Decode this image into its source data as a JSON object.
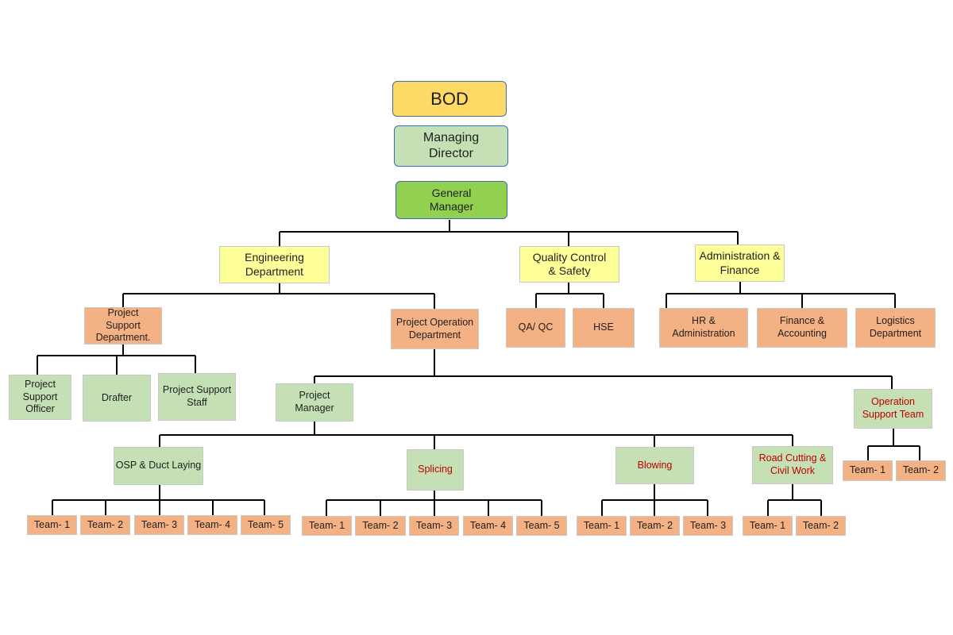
{
  "colors": {
    "bod": "#ffd966",
    "managing_director": "#c5e0b4",
    "general_manager": "#92d050",
    "department": "#ffff99",
    "sub_department": "#f4b183",
    "unit": "#c5e0b4",
    "team": "#f4b183",
    "highlight_text": "#c00000",
    "connector": "#000000"
  },
  "top": {
    "bod": "BOD",
    "managing_director": "Managing\nDirector",
    "general_manager": "General\nManager"
  },
  "departments": {
    "engineering": "Engineering\nDepartment",
    "quality": "Quality Control\n& Safety",
    "admin": "Administration &\nFinance"
  },
  "engineering": {
    "project_support": "Project\nSupport\nDepartment.",
    "project_operation": "Project Operation\nDepartment",
    "support_units": [
      "Project\nSupport\nOfficer",
      "Drafter",
      "Project Support\nStaff"
    ],
    "project_manager": "Project\nManager",
    "operation_support_team": "Operation\nSupport Team"
  },
  "quality": {
    "units": [
      "QA/ QC",
      "HSE"
    ]
  },
  "admin": {
    "units": [
      "HR &\nAdministration",
      "Finance &\nAccounting",
      "Logistics\nDepartment"
    ]
  },
  "work_groups": {
    "osp": "OSP & Duct Laying",
    "splicing": "Splicing",
    "blowing": "Blowing",
    "road_cutting": "Road Cutting &\nCivil Work"
  },
  "teams": {
    "osp": [
      "Team- 1",
      "Team- 2",
      "Team- 3",
      "Team- 4",
      "Team- 5"
    ],
    "splicing": [
      "Team- 1",
      "Team- 2",
      "Team- 3",
      "Team- 4",
      "Team- 5"
    ],
    "blowing": [
      "Team- 1",
      "Team- 2",
      "Team- 3"
    ],
    "road_cutting": [
      "Team- 1",
      "Team- 2"
    ],
    "operation_support": [
      "Team- 1",
      "Team- 2"
    ]
  }
}
